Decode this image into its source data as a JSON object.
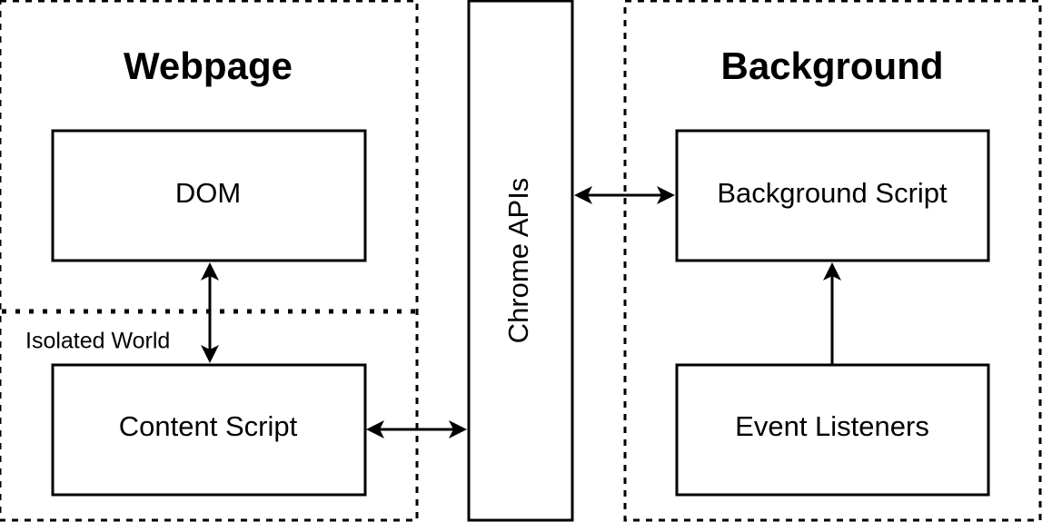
{
  "regions": {
    "webpage": {
      "title": "Webpage"
    },
    "background": {
      "title": "Background"
    },
    "isolated_world": {
      "label": "Isolated World"
    }
  },
  "boxes": {
    "dom": {
      "label": "DOM"
    },
    "content_script": {
      "label": "Content Script"
    },
    "chrome_apis": {
      "label": "Chrome APIs"
    },
    "background_script": {
      "label": "Background Script"
    },
    "event_listeners": {
      "label": "Event Listeners"
    }
  },
  "connections": [
    {
      "from": "DOM",
      "to": "Content Script",
      "direction": "bidirectional"
    },
    {
      "from": "Content Script",
      "to": "Chrome APIs",
      "direction": "bidirectional"
    },
    {
      "from": "Chrome APIs",
      "to": "Background Script",
      "direction": "bidirectional"
    },
    {
      "from": "Event Listeners",
      "to": "Background Script",
      "direction": "forward"
    }
  ],
  "colors": {
    "stroke": "#000000",
    "fill": "#ffffff"
  }
}
